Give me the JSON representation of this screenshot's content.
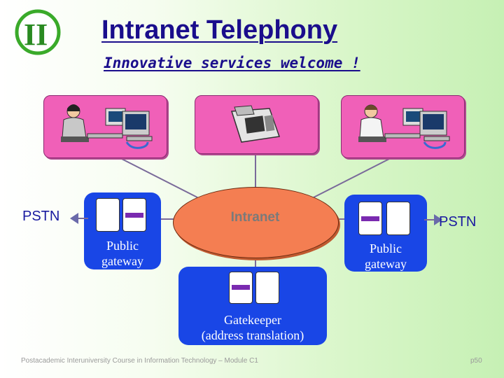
{
  "slide": {
    "title": "Intranet Telephony",
    "subtitle": "Innovative services welcome !",
    "logo_text": "II"
  },
  "network": {
    "intranet_label": "Intranet",
    "pstn_left": "PSTN",
    "pstn_right": "PSTN",
    "gateway_left": "Public\ngateway",
    "gateway_right": "Public\ngateway",
    "gatekeeper_line1": "Gatekeeper",
    "gatekeeper_line2": "(address translation)"
  },
  "footer": {
    "course": "Postacademic Interuniversity Course in Information Technology – Module C1",
    "page": "p50"
  },
  "colors": {
    "title": "#1a0d8c",
    "pink": "#f060b8",
    "blue": "#1946e6",
    "intranet": "#f47e52",
    "line": "#7a6a9a"
  },
  "icons": [
    "logo-ii-icon",
    "user-workstation-icon",
    "desk-telephone-icon",
    "gateway-device-icon",
    "gatekeeper-device-icon",
    "arrow-left-icon",
    "arrow-right-icon"
  ]
}
